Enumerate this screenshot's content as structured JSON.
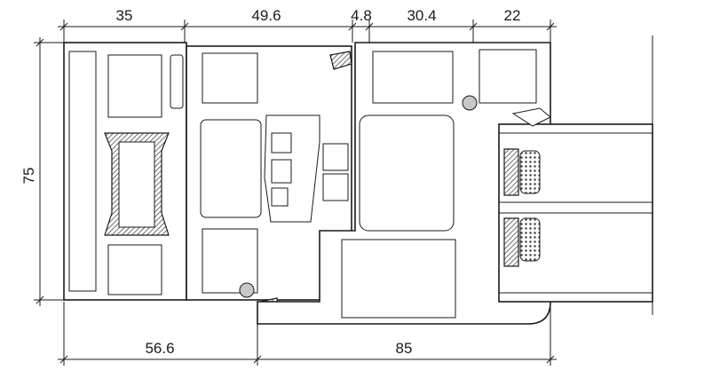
{
  "drawing": {
    "dimensions_top": [
      "35",
      "49.6",
      "4.8",
      "30.4",
      "22"
    ],
    "dimension_left": "75",
    "dimensions_bottom": [
      "56.6",
      "85"
    ]
  }
}
